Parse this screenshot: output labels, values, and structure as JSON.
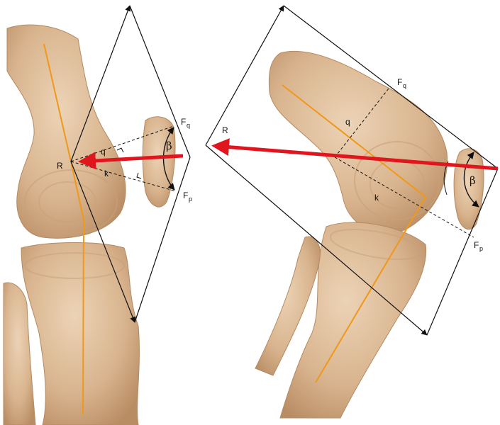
{
  "colors": {
    "bone": "#d9b58f",
    "bone_shadow": "#c39a72",
    "bone_highlight": "#ecd3b6",
    "axis_line": "#f0981a",
    "resultant_arrow": "#e0161f",
    "force_lines": "#111111"
  },
  "left_panel": {
    "label_R": "R",
    "label_Fq": "F",
    "label_Fq_sub": "q",
    "label_Fp": "F",
    "label_Fp_sub": "p",
    "label_q": "q",
    "label_k": "k",
    "label_beta": "β"
  },
  "right_panel": {
    "label_R": "R",
    "label_Fq": "F",
    "label_Fq_sub": "q",
    "label_Fp": "F",
    "label_Fp_sub": "p",
    "label_q": "q",
    "label_k": "k",
    "label_beta": "β"
  },
  "icons": [
    "femur-bone",
    "tibia-bone",
    "fibula-bone",
    "patella-bone"
  ]
}
